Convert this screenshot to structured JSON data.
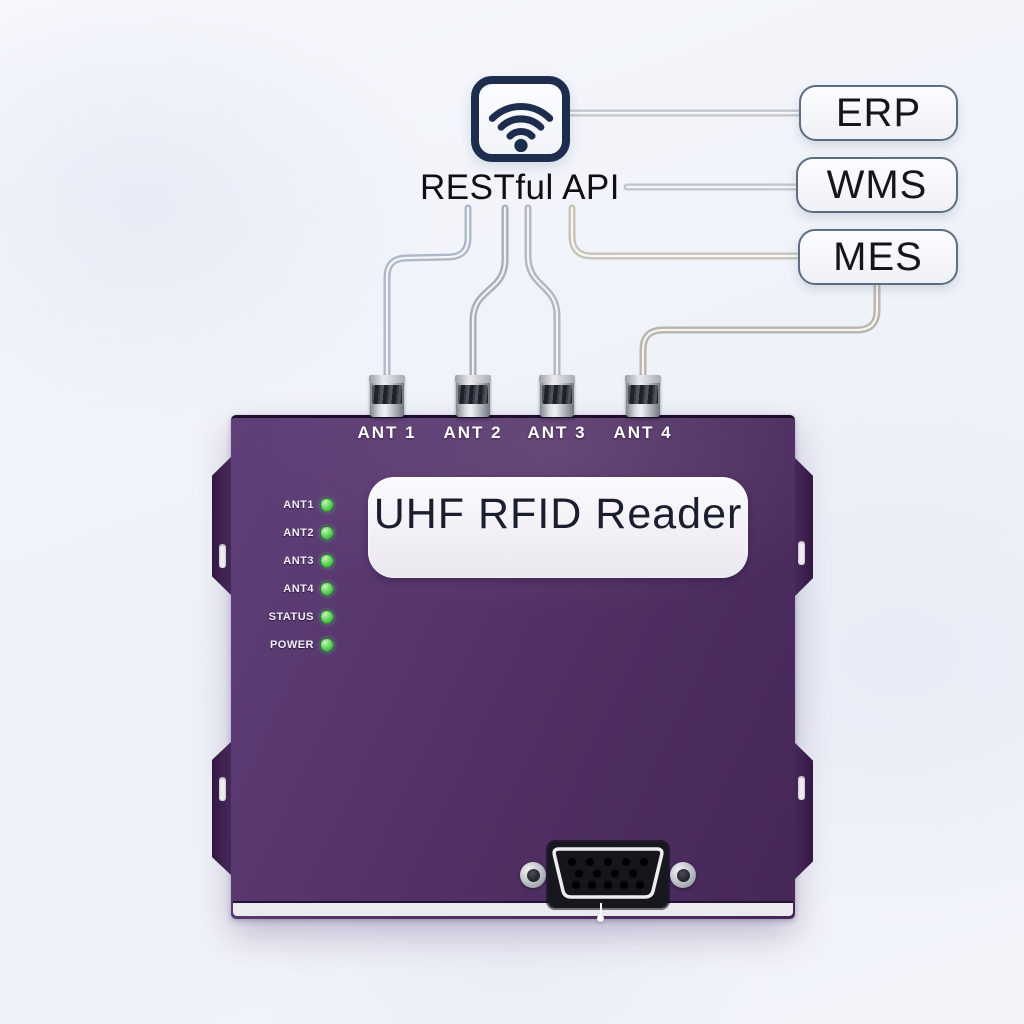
{
  "scene": {
    "background_color": "#f3f5fa"
  },
  "api": {
    "icon": "wifi",
    "icon_color": "#1e2d4e",
    "label": "RESTful API"
  },
  "systems": [
    {
      "label": "ERP"
    },
    {
      "label": "WMS"
    },
    {
      "label": "MES"
    }
  ],
  "device": {
    "name_label": "UHF RFID Reader",
    "body_color": "#533267",
    "antenna_ports": [
      {
        "label": "ANT 1"
      },
      {
        "label": "ANT 2"
      },
      {
        "label": "ANT 3"
      },
      {
        "label": "ANT 4"
      }
    ],
    "status_leds": [
      {
        "label": "ANT1",
        "color": "#58cf57"
      },
      {
        "label": "ANT2",
        "color": "#58cf57"
      },
      {
        "label": "ANT3",
        "color": "#58cf57"
      },
      {
        "label": "ANT4",
        "color": "#58cf57"
      },
      {
        "label": "STATUS",
        "color": "#58cf57"
      },
      {
        "label": "POWER",
        "color": "#58cf57"
      }
    ]
  },
  "connections": [
    {
      "from": "RESTful API",
      "to": "ERP"
    },
    {
      "from": "RESTful API",
      "to": "WMS"
    },
    {
      "from": "RESTful API",
      "to": "MES"
    },
    {
      "from": "ANT 1",
      "to": "RESTful API"
    },
    {
      "from": "ANT 2",
      "to": "RESTful API"
    },
    {
      "from": "ANT 3",
      "to": "RESTful API"
    },
    {
      "from": "ANT 4",
      "to": "MES"
    }
  ]
}
